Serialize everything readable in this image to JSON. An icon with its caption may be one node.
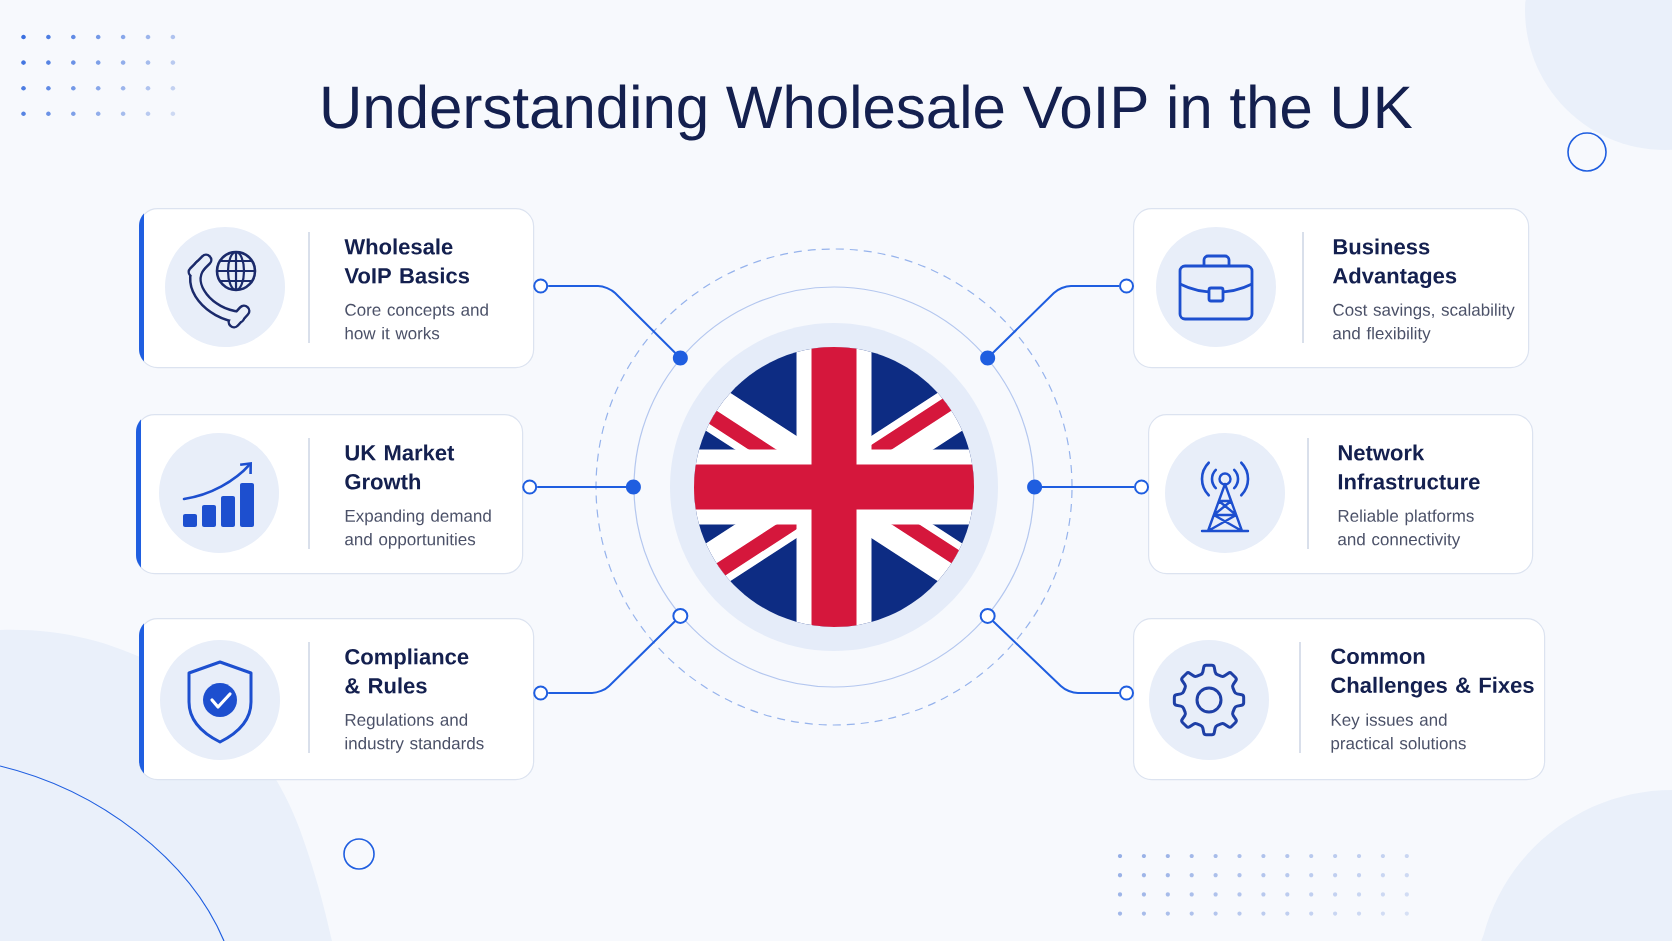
{
  "diagram": {
    "title": "Understanding Wholesale VoIP in the UK",
    "nodes": [
      {
        "text": [
          "Wholesale VoIP Basics",
          "Core concepts and how it works"
        ]
      },
      {
        "text": [
          "UK Market Growth",
          "Expanding demand and opportunities"
        ]
      },
      {
        "text": [
          "Compliance & Rules",
          "Regulations and industry standards"
        ]
      },
      {
        "text": [
          "Business Advantages",
          "Cost savings, scalability and flexibility"
        ]
      },
      {
        "text": [
          "Network Infrastructure",
          "Reliable platforms and connectivity"
        ]
      },
      {
        "text": [
          "Common Challenges & Fixes",
          "Key issues and practical solutions"
        ]
      },
      {
        "text": [],
        "shape": "picture"
      }
    ],
    "edges": [
      {
        "from": 0,
        "to": 6,
        "arrow": "other"
      },
      {
        "from": 1,
        "to": 6,
        "arrow": "other"
      },
      {
        "from": 2,
        "to": 6,
        "arrow": "other"
      },
      {
        "from": 3,
        "to": 6,
        "arrow": "other"
      },
      {
        "from": 4,
        "to": 6,
        "arrow": "other"
      },
      {
        "from": 5,
        "to": 6,
        "arrow": "other"
      }
    ]
  }
}
